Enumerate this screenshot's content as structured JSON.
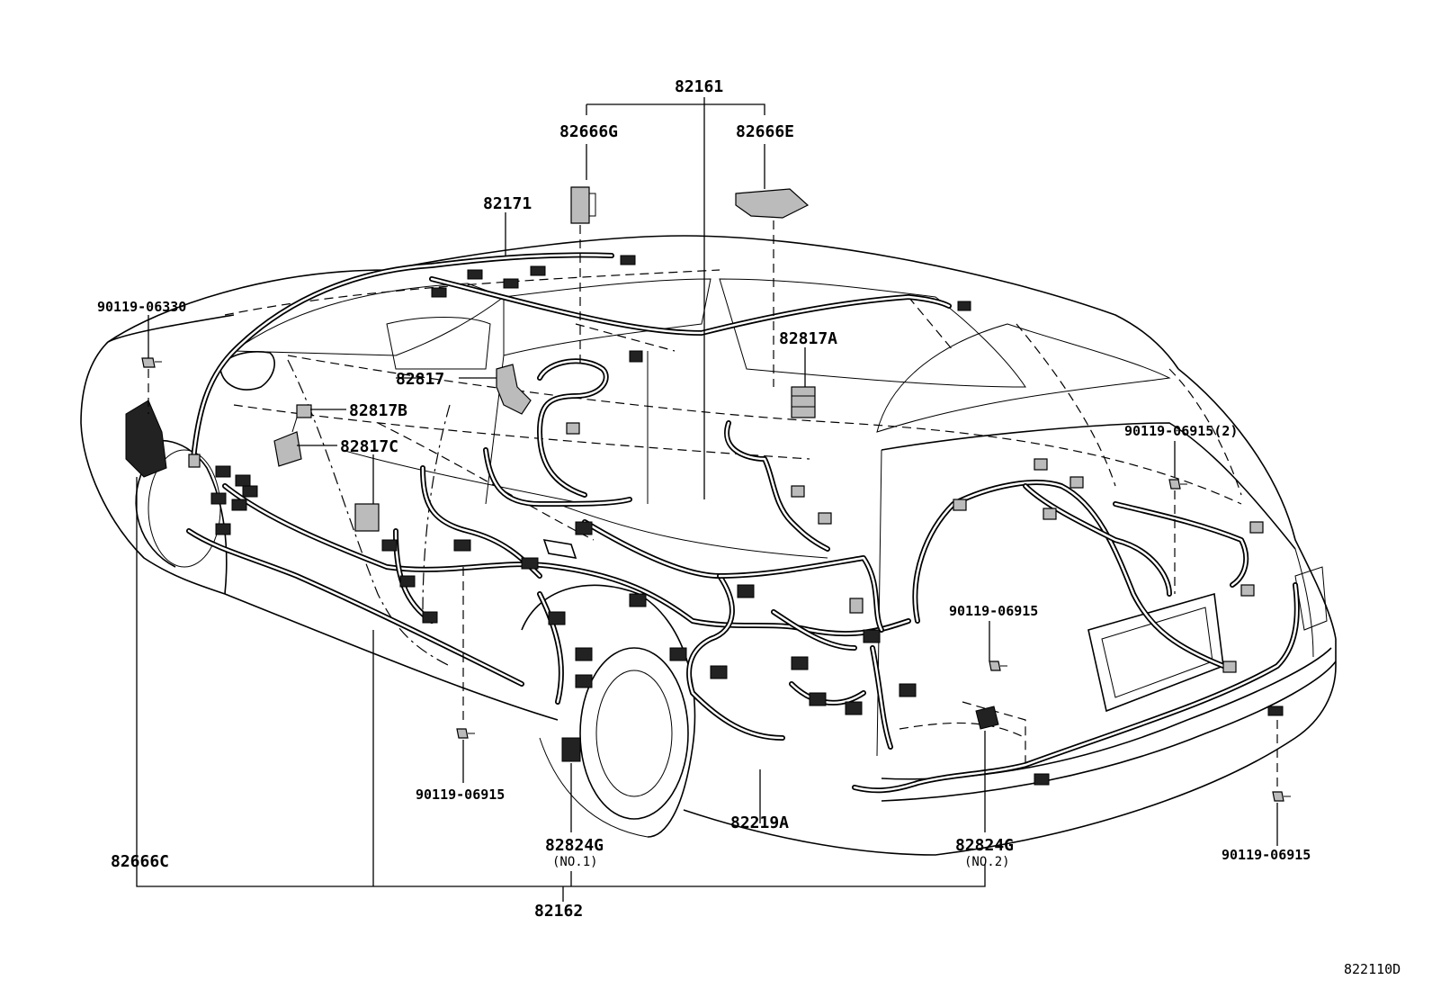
{
  "labels": {
    "p82161": "82161",
    "p82666G": "82666G",
    "p82666E": "82666E",
    "p82171": "82171",
    "p90119_06330": "90119-06330",
    "p82817A": "82817A",
    "p82817": "82817",
    "p82817B": "82817B",
    "p82817C": "82817C",
    "p90119_06915_2": "90119-06915(2)",
    "p90119_06915_mid": "90119-06915",
    "p90119_06915_left": "90119-06915",
    "p82219A": "82219A",
    "p82824G_1": "82824G",
    "p82824G_1_note": "(NO.1)",
    "p82824G_2": "82824G",
    "p82824G_2_note": "(NO.2)",
    "p82666C": "82666C",
    "p82162": "82162",
    "p90119_06915_right": "90119-06915",
    "code": "822110D"
  }
}
